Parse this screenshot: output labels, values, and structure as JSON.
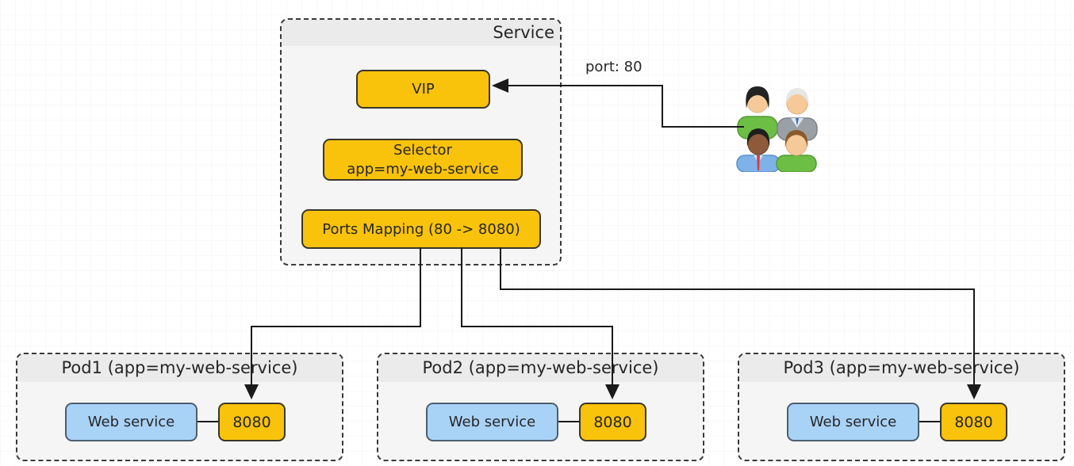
{
  "service": {
    "title": "Service",
    "vip_label": "VIP",
    "selector_line1": "Selector",
    "selector_line2": "app=my-web-service",
    "ports_label": "Ports Mapping (80 -> 8080)"
  },
  "port_label": "port: 80",
  "pods": [
    {
      "title": "Pod1 (app=my-web-service)",
      "web_label": "Web service",
      "port": "8080"
    },
    {
      "title": "Pod2 (app=my-web-service)",
      "web_label": "Web service",
      "port": "8080"
    },
    {
      "title": "Pod3 (app=my-web-service)",
      "web_label": "Web service",
      "port": "8080"
    }
  ],
  "icons": {
    "users": "users-group-icon"
  },
  "colors": {
    "node_yellow": "#F9C30B",
    "node_yellow_border": "#39362A",
    "node_blue": "#A9D2F7",
    "node_blue_border": "#4C5E6E",
    "group_fill": "#F5F5F5",
    "group_title_fill": "#EBEBEB",
    "group_border": "#3A3A3A",
    "line_color": "#1A1A1A",
    "text_color": "#262626"
  }
}
